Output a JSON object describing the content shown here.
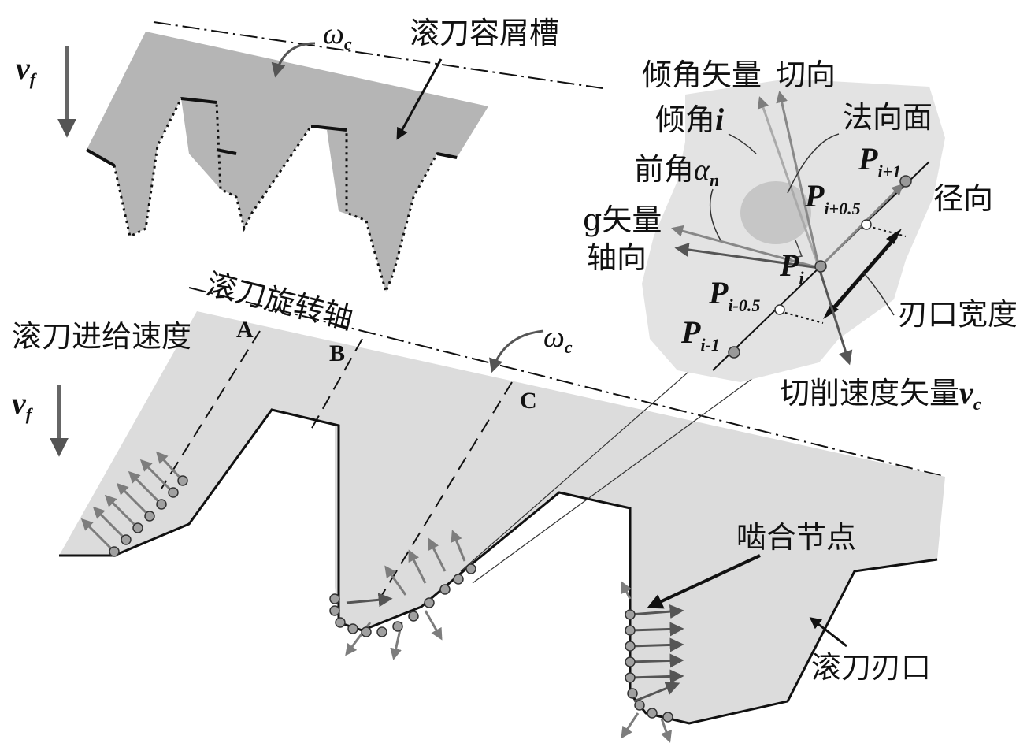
{
  "labels": {
    "gash_top": "滚刀容屑槽",
    "rotation_axis": "滚刀旋转轴",
    "feed_speed": "滚刀进给速度",
    "incline_vector": "倾角矢量",
    "tangential": "切向",
    "incline_angle": "倾角",
    "normal_plane": "法向面",
    "rake_angle": "前角",
    "radial": "径向",
    "g_vector": "g矢量",
    "axial": "轴向",
    "edge_width": "刃口宽度",
    "cutting_speed_vector": "切削速度矢量",
    "engagement_nodes": "啮合节点",
    "hob_edge": "滚刀刃口"
  },
  "symbols": {
    "v": "v",
    "v_sub_f": "f",
    "v_sub_c": "c",
    "omega": "ω",
    "omega_sub": "c",
    "incline_i": "i",
    "alpha": "α",
    "alpha_sub": "n",
    "P": "P",
    "P_i_plus_1": "i+1",
    "P_i_plus_half": "i+0.5",
    "P_i": "i",
    "P_i_minus_half": "i-0.5",
    "P_i_minus_1": "i-1"
  },
  "sections": [
    "A",
    "B",
    "C"
  ],
  "colors": {
    "light_fill": "#dcdcdc",
    "dark_fill": "#b5b5b5",
    "arrow_gray": "#7d7d7d",
    "node_fill": "#a0a0a0",
    "line": "#111111"
  }
}
